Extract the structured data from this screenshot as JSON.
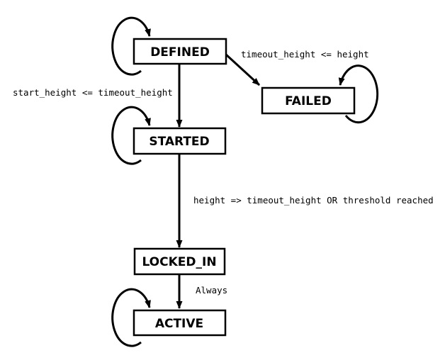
{
  "diagram": {
    "type": "state-machine",
    "colors": {
      "background": "#ffffff",
      "line": "#000000",
      "text": "#000000"
    },
    "states": [
      {
        "name": "DEFINED",
        "self_loop": true
      },
      {
        "name": "FAILED",
        "self_loop": true
      },
      {
        "name": "STARTED",
        "self_loop": true
      },
      {
        "name": "LOCKED_IN",
        "self_loop": false
      },
      {
        "name": "ACTIVE",
        "self_loop": true
      }
    ],
    "transitions": [
      {
        "from": "DEFINED",
        "to": "FAILED",
        "label": "timeout_height <= height"
      },
      {
        "from": "DEFINED",
        "to": "STARTED",
        "label": "start_height <= timeout_height"
      },
      {
        "from": "STARTED",
        "to": "LOCKED_IN",
        "label": "height => timeout_height OR threshold reached"
      },
      {
        "from": "LOCKED_IN",
        "to": "ACTIVE",
        "label": "Always"
      }
    ]
  }
}
